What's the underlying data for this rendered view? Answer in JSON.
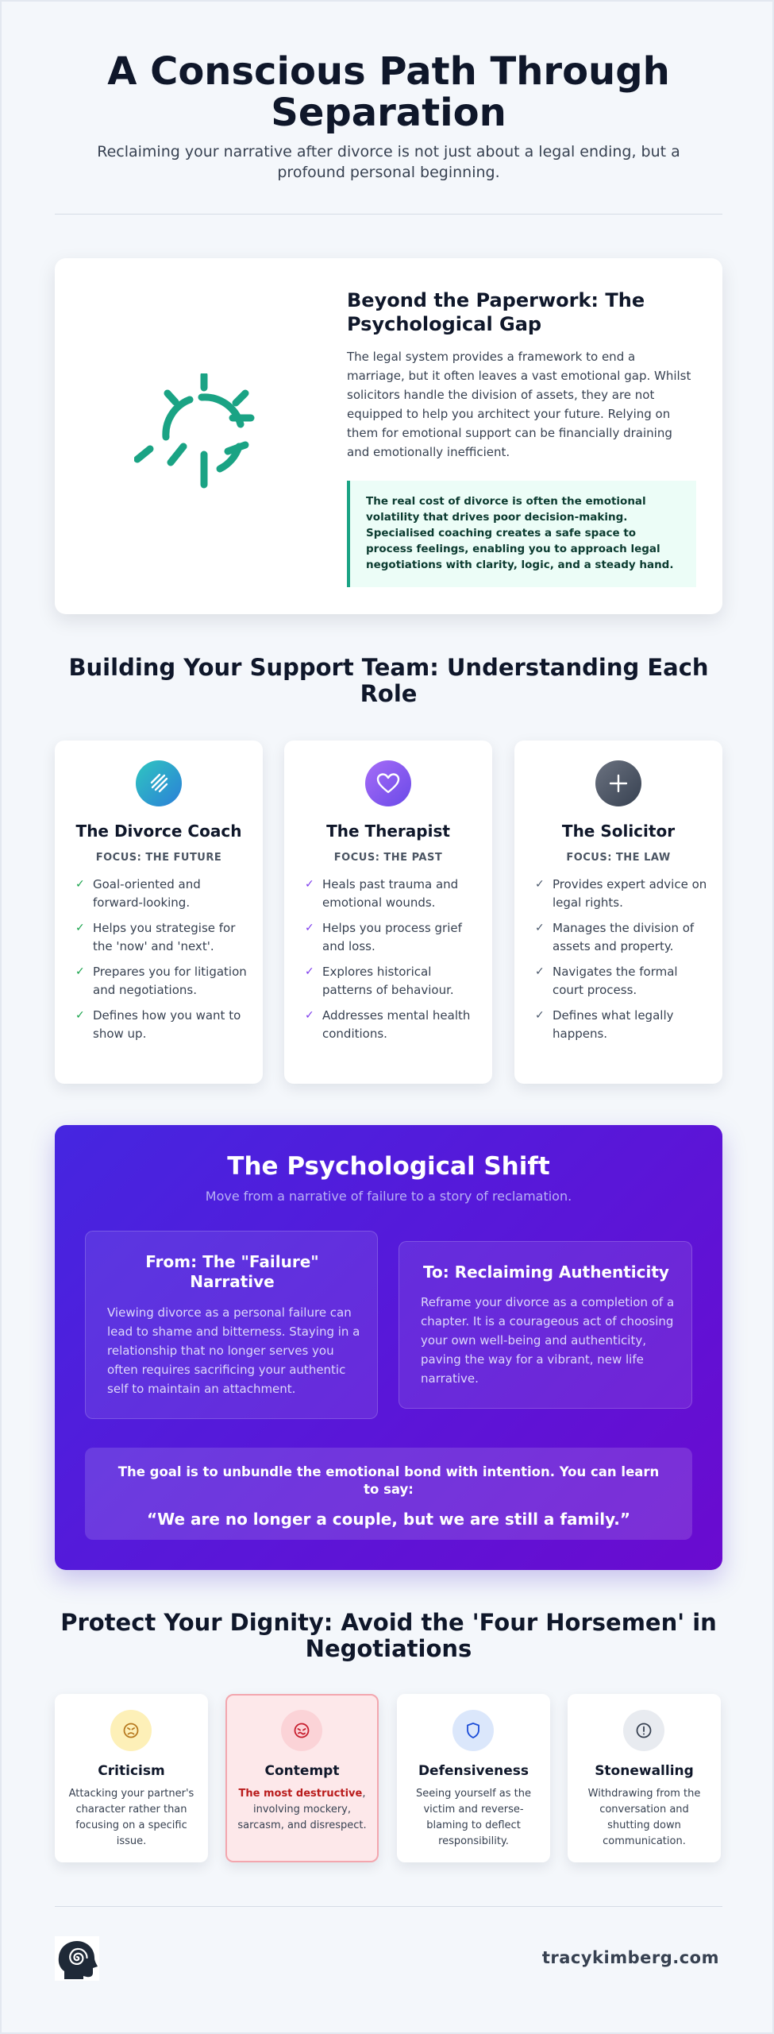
{
  "header": {
    "title": "A Conscious Path Through Separation",
    "subtitle": "Reclaiming your narrative after divorce is not just about a legal ending, but a profound personal beginning."
  },
  "intro": {
    "heading": "Beyond the Paperwork: The Psychological Gap",
    "body": "The legal system provides a framework to end a marriage, but it often leaves a vast emotional gap. Whilst solicitors handle the division of assets, they are not equipped to help you architect your future. Relying on them for emotional support can be financially draining and emotionally inefficient.",
    "quote": "The real cost of divorce is often the emotional volatility that drives poor decision-making. Specialised coaching creates a safe space to process feelings, enabling you to approach legal negotiations with clarity, logic, and a steady hand."
  },
  "roles": {
    "heading": "Building Your Support Team: Understanding Each Role",
    "coach": {
      "title": "The Divorce Coach",
      "focus": "FOCUS: THE FUTURE",
      "items": [
        "Goal-oriented and forward-looking.",
        "Helps you strategise for the 'now' and 'next'.",
        "Prepares you for litigation and negotiations.",
        "Defines how you want to show up."
      ]
    },
    "therapist": {
      "title": "The Therapist",
      "focus": "FOCUS: THE PAST",
      "items": [
        "Heals past trauma and emotional wounds.",
        "Helps you process grief and loss.",
        "Explores historical patterns of behaviour.",
        "Addresses mental health conditions."
      ]
    },
    "solicitor": {
      "title": "The Solicitor",
      "focus": "FOCUS: THE LAW",
      "items": [
        "Provides expert advice on legal rights.",
        "Manages the division of assets and property.",
        "Navigates the formal court process.",
        "Defines what legally happens."
      ]
    }
  },
  "shift": {
    "title": "The Psychological Shift",
    "subtitle": "Move from a narrative of failure to a story of reclamation.",
    "from": {
      "title": "From: The \"Failure\" Narrative",
      "body": "Viewing divorce as a personal failure can lead to shame and bitterness. Staying in a relationship that no longer serves you often requires sacrificing your authentic self to maintain an attachment."
    },
    "to": {
      "title": "To: Reclaiming Authenticity",
      "body": "Reframe your divorce as a completion of a chapter. It is a courageous act of choosing your own well-being and authenticity, paving the way for a vibrant, new life narrative."
    },
    "goal_lead": "The goal is to unbundle the emotional bond with intention. You can learn to say:",
    "goal_quote": "“We are no longer a couple, but we are still a family.”"
  },
  "horsemen": {
    "heading": "Protect Your Dignity: Avoid the 'Four Horsemen' in Negotiations",
    "criticism": {
      "title": "Criticism",
      "body": "Attacking your partner's character rather than focusing on a specific issue."
    },
    "contempt": {
      "title": "Contempt",
      "emph": "The most destructive",
      "body": ", involving mockery, sarcasm, and disrespect."
    },
    "defensiveness": {
      "title": "Defensiveness",
      "body": "Seeing yourself as the victim and reverse-blaming to deflect responsibility."
    },
    "stonewalling": {
      "title": "Stonewalling",
      "body": "Withdrawing from the conversation and shutting down communication."
    }
  },
  "footer": {
    "site": "tracykimberg.com"
  },
  "colors": {
    "accent_teal": "#1aa384",
    "coach_grad": "#2ba7c9",
    "therapist_grad": "#8b5cf6",
    "solicitor_grad": "#4b5563",
    "shift_bg": "#4d1fdc",
    "contempt_red": "#b91c1c"
  },
  "icons": {
    "intro": "broken-circle-icon",
    "coach": "rocket-lines-icon",
    "therapist": "heart-icon",
    "solicitor": "plus-cross-icon",
    "criticism": "angry-face-icon",
    "contempt": "contempt-face-icon",
    "defensiveness": "shield-icon",
    "stonewalling": "exclamation-icon",
    "footer": "head-spiral-icon"
  }
}
